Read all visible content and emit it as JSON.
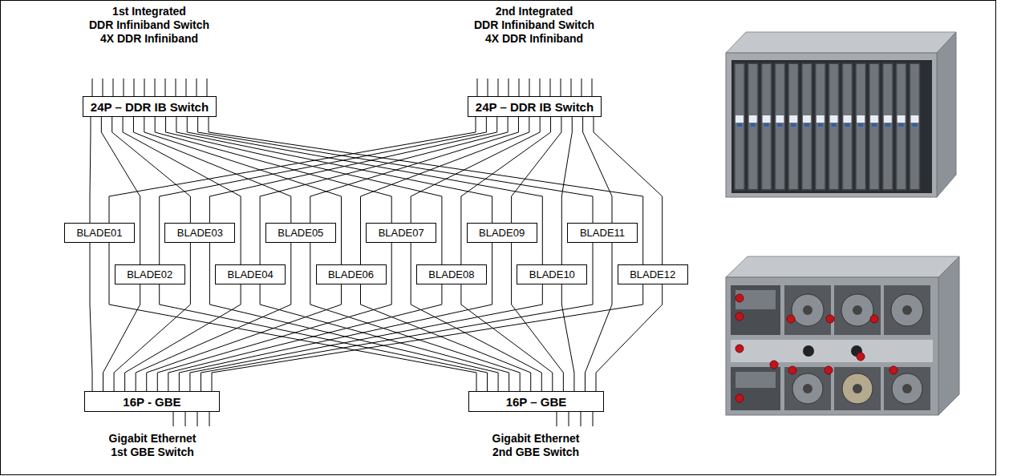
{
  "diagram": {
    "nodes": [
      {
        "text": [
          "24P – DDR IB Switch"
        ]
      },
      {
        "text": [
          "24P – DDR IB Switch"
        ]
      },
      {
        "text": [
          "BLADE01"
        ]
      },
      {
        "text": [
          "BLADE02"
        ]
      },
      {
        "text": [
          "BLADE03"
        ]
      },
      {
        "text": [
          "BLADE04"
        ]
      },
      {
        "text": [
          "BLADE05"
        ]
      },
      {
        "text": [
          "BLADE06"
        ]
      },
      {
        "text": [
          "BLADE07"
        ]
      },
      {
        "text": [
          "BLADE08"
        ]
      },
      {
        "text": [
          "BLADE09"
        ]
      },
      {
        "text": [
          "BLADE10"
        ]
      },
      {
        "text": [
          "BLADE11"
        ]
      },
      {
        "text": [
          "BLADE12"
        ]
      },
      {
        "text": [
          "16P - GBE"
        ]
      },
      {
        "text": [
          "16P – GBE"
        ]
      }
    ],
    "edges": [
      {
        "from": 2,
        "to": 0,
        "arrow": "none"
      },
      {
        "from": 2,
        "to": 1,
        "arrow": "none"
      },
      {
        "from": 2,
        "to": 14,
        "arrow": "none"
      },
      {
        "from": 2,
        "to": 15,
        "arrow": "none"
      },
      {
        "from": 3,
        "to": 0,
        "arrow": "none"
      },
      {
        "from": 3,
        "to": 1,
        "arrow": "none"
      },
      {
        "from": 3,
        "to": 14,
        "arrow": "none"
      },
      {
        "from": 3,
        "to": 15,
        "arrow": "none"
      },
      {
        "from": 4,
        "to": 0,
        "arrow": "none"
      },
      {
        "from": 4,
        "to": 1,
        "arrow": "none"
      },
      {
        "from": 4,
        "to": 14,
        "arrow": "none"
      },
      {
        "from": 4,
        "to": 15,
        "arrow": "none"
      },
      {
        "from": 5,
        "to": 0,
        "arrow": "none"
      },
      {
        "from": 5,
        "to": 1,
        "arrow": "none"
      },
      {
        "from": 5,
        "to": 14,
        "arrow": "none"
      },
      {
        "from": 5,
        "to": 15,
        "arrow": "none"
      },
      {
        "from": 6,
        "to": 0,
        "arrow": "none"
      },
      {
        "from": 6,
        "to": 1,
        "arrow": "none"
      },
      {
        "from": 6,
        "to": 14,
        "arrow": "none"
      },
      {
        "from": 6,
        "to": 15,
        "arrow": "none"
      },
      {
        "from": 7,
        "to": 0,
        "arrow": "none"
      },
      {
        "from": 7,
        "to": 1,
        "arrow": "none"
      },
      {
        "from": 7,
        "to": 14,
        "arrow": "none"
      },
      {
        "from": 7,
        "to": 15,
        "arrow": "none"
      },
      {
        "from": 8,
        "to": 0,
        "arrow": "none"
      },
      {
        "from": 8,
        "to": 1,
        "arrow": "none"
      },
      {
        "from": 8,
        "to": 14,
        "arrow": "none"
      },
      {
        "from": 8,
        "to": 15,
        "arrow": "none"
      },
      {
        "from": 9,
        "to": 0,
        "arrow": "none"
      },
      {
        "from": 9,
        "to": 1,
        "arrow": "none"
      },
      {
        "from": 9,
        "to": 14,
        "arrow": "none"
      },
      {
        "from": 9,
        "to": 15,
        "arrow": "none"
      },
      {
        "from": 10,
        "to": 0,
        "arrow": "none"
      },
      {
        "from": 10,
        "to": 1,
        "arrow": "none"
      },
      {
        "from": 10,
        "to": 14,
        "arrow": "none"
      },
      {
        "from": 10,
        "to": 15,
        "arrow": "none"
      },
      {
        "from": 11,
        "to": 0,
        "arrow": "none"
      },
      {
        "from": 11,
        "to": 1,
        "arrow": "none"
      },
      {
        "from": 11,
        "to": 14,
        "arrow": "none"
      },
      {
        "from": 11,
        "to": 15,
        "arrow": "none"
      },
      {
        "from": 12,
        "to": 0,
        "arrow": "none"
      },
      {
        "from": 12,
        "to": 1,
        "arrow": "none"
      },
      {
        "from": 12,
        "to": 14,
        "arrow": "none"
      },
      {
        "from": 12,
        "to": 15,
        "arrow": "none"
      },
      {
        "from": 13,
        "to": 0,
        "arrow": "none"
      },
      {
        "from": 13,
        "to": 1,
        "arrow": "none"
      },
      {
        "from": 13,
        "to": 14,
        "arrow": "none"
      },
      {
        "from": 13,
        "to": 15,
        "arrow": "none"
      }
    ],
    "labels": [
      "1st Integrated",
      "DDR Infiniband Switch",
      "4X DDR Infiniband",
      "2nd Integrated",
      "DDR Infiniband Switch",
      "4X DDR Infiniband",
      "Gigabit Ethernet",
      "1st GBE Switch",
      "Gigabit Ethernet",
      "2nd GBE Switch"
    ]
  }
}
